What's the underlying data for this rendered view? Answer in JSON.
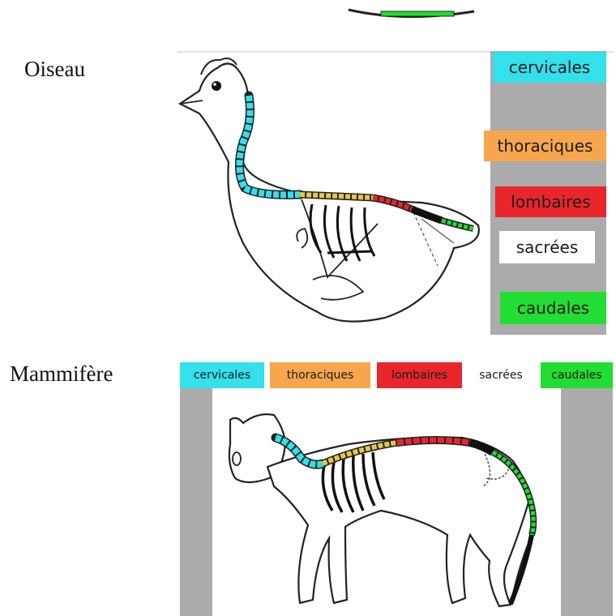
{
  "oiseau": {
    "title": "Oiseau",
    "labels": {
      "cervicales": "cervicales",
      "thoraciques": "thoraciques",
      "lombaires": "lombaires",
      "sacrees": "sacrées",
      "caudales": "caudales"
    }
  },
  "mammifere": {
    "title": "Mammifère",
    "labels": {
      "cervicales": "cervicales",
      "thoraciques": "thoraciques",
      "lombaires": "lombaires",
      "sacrees": "sacrées",
      "caudales": "caudales"
    }
  },
  "colors": {
    "cervicales": "#33e0ec",
    "thoraciques": "#f7a64d",
    "lombaires": "#e8262b",
    "sacrees": "#ffffff",
    "caudales": "#22dd33",
    "panel_gray": "#ababab",
    "thoracic_vertebra": "#e6c845"
  }
}
